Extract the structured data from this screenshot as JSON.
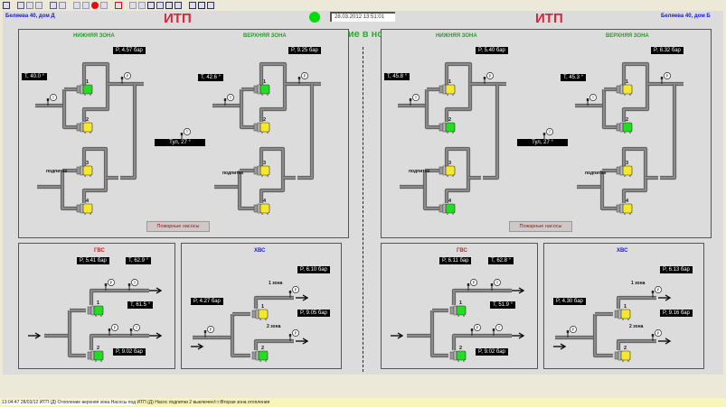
{
  "toolbar": {
    "icons": [
      "save-icon",
      "new-icon",
      "copy-icon",
      "paste-icon",
      "undo-icon",
      "redo-icon",
      "back-icon",
      "forward-icon",
      "stop-icon",
      "print-icon",
      "info-icon",
      "view1-icon",
      "view2-icon",
      "view3-icon",
      "view4-icon",
      "view5-icon",
      "window-icon",
      "view6-icon",
      "view7-icon",
      "view8-icon"
    ]
  },
  "header": {
    "left_address": "Беляева 40, дом Д",
    "right_address": "Беляева 40, дом Б",
    "left_title": "ИТП",
    "right_title": "ИТП",
    "datetime": "28.03.2012 13:51:01",
    "power_status": "Питание в норме",
    "power_led_color": "#00dd00"
  },
  "colors": {
    "pump_on": "#22dd22",
    "pump_off": "#f5e82a",
    "pipe": "#777777",
    "zone_title": "#2a9a2a",
    "gvs_title": "#c0282c",
    "hvs_title": "#2020cc"
  },
  "left": {
    "heating": {
      "lower": {
        "title": "НИЖНЯЯ ЗОНА",
        "temp": "T,  40.0 °",
        "pressure": "P,   4.57 бар",
        "pumps": [
          {
            "n": "1",
            "state": "on"
          },
          {
            "n": "2",
            "state": "off"
          },
          {
            "n": "3",
            "state": "off"
          },
          {
            "n": "4",
            "state": "off"
          }
        ],
        "makeup_label": "подпитка"
      },
      "upper": {
        "title": "ВЕРХНЯЯ ЗОНА",
        "temp": "T,  42.6 °",
        "pressure": "P,   9.25 бар",
        "pumps": [
          {
            "n": "1",
            "state": "on"
          },
          {
            "n": "2",
            "state": "off"
          },
          {
            "n": "3",
            "state": "off"
          },
          {
            "n": "4",
            "state": "off"
          }
        ],
        "makeup_label": "подпитка"
      },
      "street_temp": "Тул,  27 °",
      "fire_button": "Пожарные насосы"
    },
    "gvs": {
      "title": "ГВС",
      "p1": "P,   5.41 бар",
      "t1": "T,   62.9 °",
      "t2": "T,   61.5 °",
      "p2": "P,   9.02 бар",
      "pumps": [
        {
          "n": "1",
          "state": "on"
        },
        {
          "n": "2",
          "state": "on"
        }
      ]
    },
    "hvs": {
      "title": "ХВС",
      "p_in": "P,   4.27 бар",
      "p1": "P,   6.10 бар",
      "p2": "P,   9.05 бар",
      "zone1": "1 зона",
      "zone2": "2 зона",
      "pumps": [
        {
          "n": "1",
          "state": "off"
        },
        {
          "n": "2",
          "state": "on"
        }
      ]
    }
  },
  "right": {
    "heating": {
      "lower": {
        "title": "НИЖНЯЯ ЗОНА",
        "temp": "T,  45.8 °",
        "pressure": "P,   5.40 бар",
        "pumps": [
          {
            "n": "1",
            "state": "off"
          },
          {
            "n": "2",
            "state": "on"
          },
          {
            "n": "3",
            "state": "off"
          },
          {
            "n": "4",
            "state": "on"
          }
        ],
        "makeup_label": "подпитка"
      },
      "upper": {
        "title": "ВЕРХНЯЯ ЗОНА",
        "temp": "T,  45.3 °",
        "pressure": "P,   8.32 бар",
        "pumps": [
          {
            "n": "1",
            "state": "off"
          },
          {
            "n": "2",
            "state": "on"
          },
          {
            "n": "3",
            "state": "off"
          },
          {
            "n": "4",
            "state": "off"
          }
        ],
        "makeup_label": "подпитка"
      },
      "street_temp": "Тул,  27 °",
      "fire_button": "Пожарные насосы"
    },
    "gvs": {
      "title": "ГВС",
      "p1": "P,   6.11 бар",
      "t1": "T,   62.8 °",
      "t2": "T,   51.9 °",
      "p2": "P,   9.02 бар",
      "pumps": [
        {
          "n": "1",
          "state": "on"
        },
        {
          "n": "2",
          "state": "on"
        }
      ]
    },
    "hvs": {
      "title": "ХВС",
      "p_in": "P,   4.30 бар",
      "p1": "P,   6.13 бар",
      "p2": "P,   9.16 бар",
      "zone1": "1 зона",
      "zone2": "2 зона",
      "pumps": [
        {
          "n": "1",
          "state": "off"
        },
        {
          "n": "2",
          "state": "off"
        }
      ]
    }
  },
  "statusbar": {
    "prefix": "13:04:47 28/03/12  ИТП (Д) Отопление верхняя зона.Насосы под",
    "highlighted": " ИТП (Д) Насос подпитки 2 выключен!□□Вторая зона отопления"
  }
}
